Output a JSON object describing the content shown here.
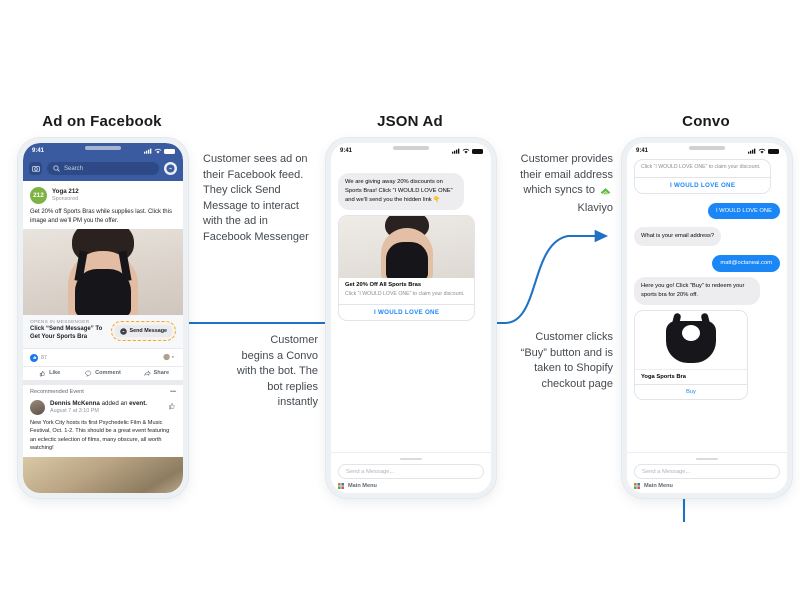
{
  "columns": [
    {
      "title": "Ad on Facebook"
    },
    {
      "title": "JSON Ad"
    },
    {
      "title": "Convo"
    }
  ],
  "annotations": {
    "step1": "Customer sees ad on their Facebook feed. They click Send Message to interact with the ad in Facebook Messenger",
    "step2": "Customer begins a Convo with the bot. The bot replies instantly",
    "step3": "Customer provides their email address which syncs to",
    "step3_brand": "Klaviyo",
    "step4": "Customer clicks “Buy” button and is taken to Shopify checkout page"
  },
  "facebook_phone": {
    "status": {
      "time": "9:41",
      "signal": "signal-icon",
      "wifi": "wifi-icon",
      "battery": "battery-icon"
    },
    "header": {
      "camera_icon": "camera-icon",
      "search_icon": "search-icon",
      "search_placeholder": "Search",
      "messenger_icon": "messenger-icon"
    },
    "ad_post": {
      "avatar_text": "212",
      "page_name": "Yoga 212",
      "sponsored_label": "Sponsored",
      "copy": "Get 20% off Sports Bras while supplies last. Click this image and we’ll PM you the offer.",
      "kicker": "OPENS IN MESSENGER",
      "headline": "Click “Send Message” To Get Your Sports Bra",
      "cta_label": "Send Message",
      "cta_icon": "messenger-icon",
      "like_count": "87",
      "reaction_icon": "like-icon",
      "actions": [
        {
          "label": "Like",
          "icon": "thumbs-up-icon"
        },
        {
          "label": "Comment",
          "icon": "comment-icon"
        },
        {
          "label": "Share",
          "icon": "share-icon"
        }
      ]
    },
    "recommended": {
      "section_label": "Recommended Event",
      "more_icon": "ellipsis-icon",
      "author": "Dennis McKenna",
      "action_text": " added an ",
      "action_bold": "event.",
      "timestamp": "August 7 at 3:10 PM",
      "like_icon": "thumbs-up-icon",
      "copy": "New York City hosts its first Psychedelic Film & Music Festival, Oct. 1-2. This should be a great event featuring an eclectic selection of films, many obscure, all worth watching!"
    }
  },
  "json_ad_phone": {
    "status": {
      "time": "9:41",
      "signal": "signal-icon",
      "wifi": "wifi-icon",
      "battery": "battery-icon"
    },
    "bot_message": "We are giving away 20% discounts on Sports Bras! Click “I WOULD LOVE ONE” and we’ll send you the hidden link 👇",
    "card": {
      "title": "Get 20% Off All Sports Bras",
      "subtitle": "Click “I WOULD LOVE ONE” to claim your discount.",
      "cta_label": "I WOULD LOVE ONE"
    },
    "footer": {
      "input_placeholder": "Send a Message...",
      "menu_label": "Main Menu",
      "menu_icon": "menu-icon"
    }
  },
  "convo_phone": {
    "status": {
      "time": "9:41",
      "signal": "signal-icon",
      "wifi": "wifi-icon",
      "battery": "battery-icon"
    },
    "card_top": {
      "subtitle": "Click “I WOULD LOVE ONE” to claim your discount.",
      "cta_label": "I WOULD LOVE ONE"
    },
    "messages": [
      {
        "from": "user",
        "text": "I WOULD LOVE ONE"
      },
      {
        "from": "bot",
        "text": "What is your email address?"
      },
      {
        "from": "user",
        "text": "matt@octaneai.com"
      },
      {
        "from": "bot",
        "text": "Here you go! Click “Buy” to redeem your sports bra for 20% off."
      }
    ],
    "product_card": {
      "name": "Yoga Sports Bra",
      "cta_label": "Buy"
    },
    "footer": {
      "input_placeholder": "Send a Message...",
      "menu_label": "Main Menu",
      "menu_icon": "menu-icon"
    }
  },
  "colors": {
    "facebook_blue": "#3b5ba0",
    "messenger_blue": "#1b87f7",
    "link_blue": "#1f72c4",
    "highlight_orange": "#f5a623",
    "klaviyo_green": "#5ab946",
    "avatar_green": "#7cb342",
    "text_dark": "#1c1e21",
    "text_muted": "#8d949e"
  }
}
